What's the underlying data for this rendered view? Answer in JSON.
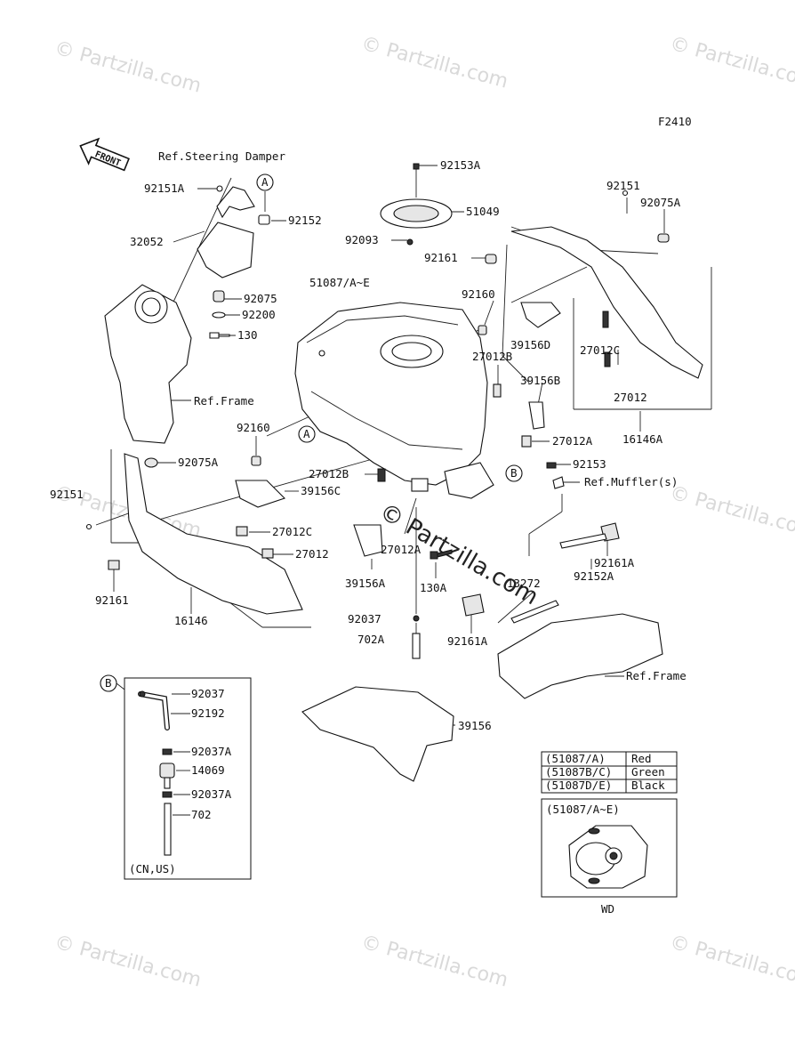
{
  "figure_code": "F2410",
  "front_arrow": "FRONT",
  "watermark": "© Partzilla.com",
  "callouts": [
    "A",
    "B",
    "A",
    "B"
  ],
  "labels": {
    "ref_steering_damper": "Ref.Steering Damper",
    "p92151A": "92151A",
    "p92152": "92152",
    "p32052": "32052",
    "p92075": "92075",
    "p92200": "92200",
    "p130": "130",
    "ref_frame_left": "Ref.Frame",
    "p92160_left": "92160",
    "p92075A_left": "92075A",
    "p39156C": "39156C",
    "p92151_left": "92151",
    "p27012C_left": "27012C",
    "p27012_left": "27012",
    "p92161_left": "92161",
    "p16146": "16146",
    "p92153A": "92153A",
    "p51049": "51049",
    "p92093": "92093",
    "p92161_top": "92161",
    "p51087": "51087/A~E",
    "p92160_mid": "92160",
    "p27012B_right": "27012B",
    "p39156D": "39156D",
    "p39156B": "39156B",
    "p27012A_right": "27012A",
    "p27012B_left": "27012B",
    "p27012A_mid": "27012A",
    "p39156A": "39156A",
    "p130A": "130A",
    "p92037": "92037",
    "p702A": "702A",
    "p13272": "13272",
    "p92161A_mid": "92161A",
    "p92153": "92153",
    "ref_muffler": "Ref.Muffler(s)",
    "p92161A_right": "92161A",
    "p92152A": "92152A",
    "ref_frame_right": "Ref.Frame",
    "p92151_right": "92151",
    "p92075A_right": "92075A",
    "p27012C_right": "27012C",
    "p27012_right": "27012",
    "p16146A": "16146A",
    "p39156": "39156"
  },
  "hose_box": {
    "items": [
      "92037",
      "92192",
      "92037A",
      "14069",
      "92037A",
      "702"
    ],
    "region_note": "(CN,US)"
  },
  "color_table": {
    "rows": [
      {
        "code": "(51087/A)",
        "color": "Red"
      },
      {
        "code": "(51087B/C)",
        "color": "Green"
      },
      {
        "code": "(51087D/E)",
        "color": "Black"
      }
    ]
  },
  "detail_box": {
    "title": "(51087/A~E)",
    "caption": "WD"
  }
}
